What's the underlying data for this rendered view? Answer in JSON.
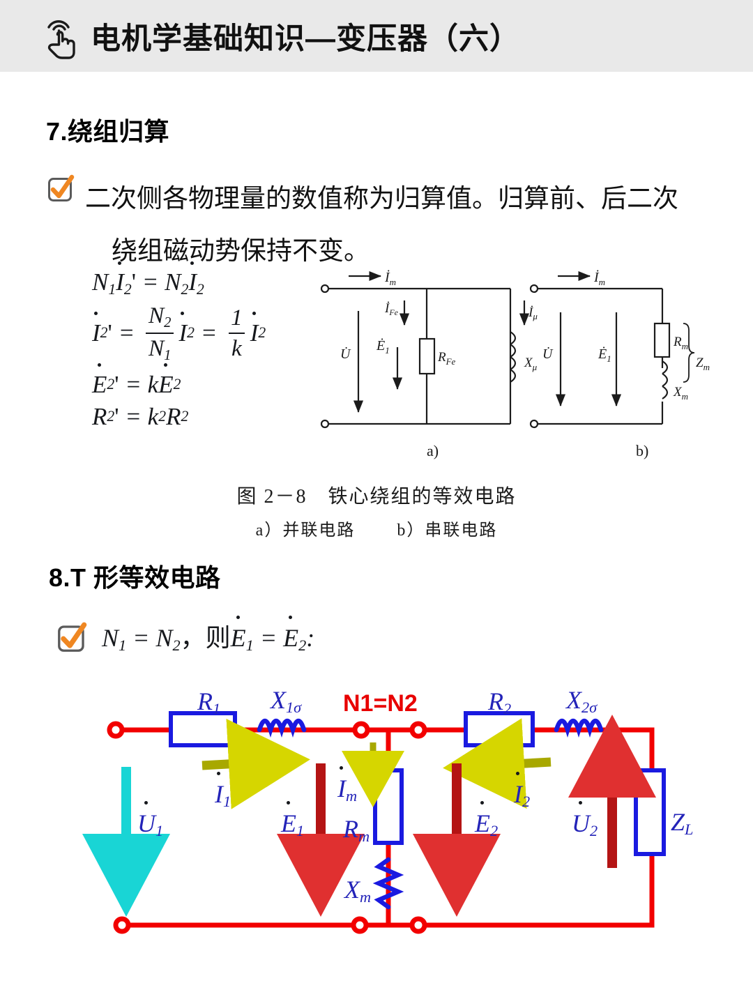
{
  "header": {
    "icon": "tap-hand-icon",
    "title": "电机学基础知识—变压器（六）",
    "background": "#e9e9e9"
  },
  "sections": [
    {
      "id": "section-7",
      "heading": "7.绕组归算",
      "bullet_icon": "orange-check-box",
      "bullet_line1": "二次侧各物理量的数值称为归算值。归算前、后二次",
      "bullet_line2": "绕组磁动势保持不变。",
      "equations": [
        {
          "id": "eq1",
          "N1": "N",
          "sub1": "1",
          "Idot2p": "I",
          "eq": "=",
          "N2": "N",
          "sub2": "2",
          "I2": "I"
        },
        {
          "id": "eq2"
        },
        {
          "id": "eq3"
        },
        {
          "id": "eq4"
        }
      ],
      "equation_text": [
        "N₁İ₂' = N₂İ₂",
        "İ₂' = (N₂/N₁)İ₂ = (1/k)İ₂",
        "Ė₂' = kĖ₂",
        "R₂' = k²R₂"
      ],
      "figure": {
        "caption_main": "图 2－8　铁心绕组的等效电路",
        "caption_a": "a）并联电路",
        "caption_b": "b）串联电路",
        "panel_a_label": "a)",
        "panel_b_label": "b)",
        "labels_a": {
          "current_in": "İm",
          "current_fe": "İFe",
          "current_mu": "İμ",
          "voltage": "U̇",
          "emf": "Ė1",
          "resistor": "RFe",
          "reactance": "Xμ"
        },
        "labels_b": {
          "current_in": "İm",
          "voltage": "U̇",
          "emf": "Ė1",
          "resistor": "Rm",
          "reactance": "Xm",
          "impedance": "Zm"
        }
      }
    },
    {
      "id": "section-8",
      "heading": "8.T 形等效电路",
      "bullet_icon": "orange-check-box",
      "bullet_text": "N₁ = N₂，则Ė₁ = Ė₂:",
      "bullet_parts": {
        "n1": "N",
        "n1sub": "1",
        "eq1": "=",
        "n2": "N",
        "n2sub": "2",
        "comma": "，",
        "ze": "则",
        "e1": "E",
        "e1sub": "1",
        "eq2": "=",
        "e2": "E",
        "e2sub": "2",
        "colon": ":"
      },
      "circuit": {
        "note": "N1=N2",
        "note_color": "#e80000",
        "wire_color": "#f20000",
        "component_color": "#1a1ae0",
        "labels": {
          "r1": "R",
          "r1_sub": "1",
          "x1s": "X",
          "x1s_sub": "1σ",
          "r2": "R",
          "r2_sub": "2",
          "x2s": "X",
          "x2s_sub": "2σ",
          "rm": "R",
          "rm_sub": "m",
          "xm": "X",
          "xm_sub": "m",
          "zl": "Z",
          "zl_sub": "L",
          "u1": "U",
          "u1_sub": "1",
          "u2": "U",
          "u2_sub": "2",
          "e1": "E",
          "e1_sub": "1",
          "e2": "E",
          "e2_sub": "2",
          "i1": "I",
          "i1_sub": "1",
          "i2": "I",
          "i2_sub": "2",
          "im": "I",
          "im_sub": "m"
        },
        "arrow_colors": {
          "u1": "#18d2d2",
          "i1": "#c8c800",
          "i2": "#c8c800",
          "im": "#c8c800",
          "e1": "#b41414",
          "e2": "#b41414",
          "u2": "#b41414"
        }
      }
    }
  ]
}
